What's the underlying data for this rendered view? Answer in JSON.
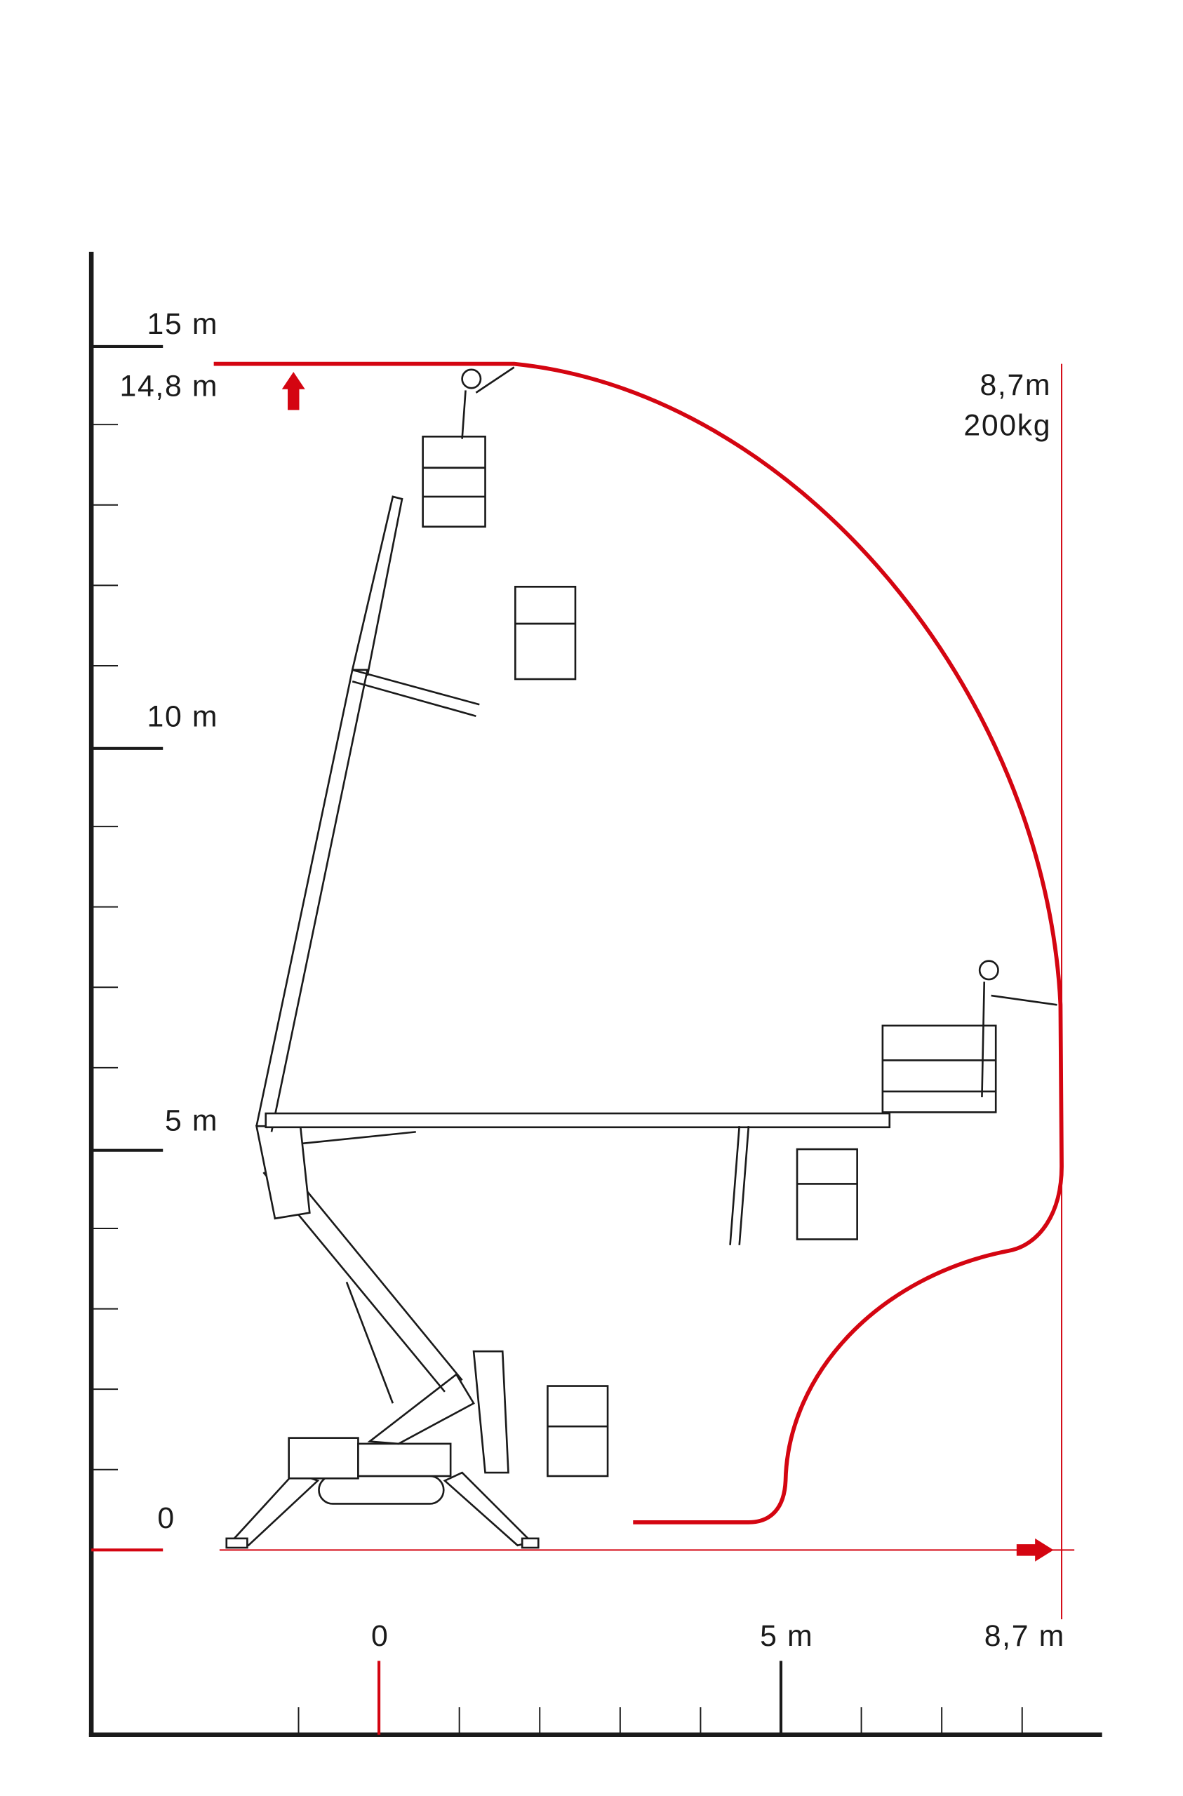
{
  "title": "Working range diagram",
  "colors": {
    "accent": "#d40511",
    "ink": "#1a1a1a"
  },
  "vertical_axis": {
    "labels": {
      "h15": "15 m",
      "h14_8": "14,8 m",
      "h10": "10 m",
      "h5": "5 m",
      "h0": "0"
    },
    "max_height_m": 14.8
  },
  "horizontal_axis": {
    "labels": {
      "o0": "0",
      "o5": "5 m",
      "o8_7": "8,7 m"
    },
    "max_outreach_m": 8.7
  },
  "outreach_annotation": {
    "reach": "8,7m",
    "load": "200kg"
  },
  "icons": [
    "up-arrow-icon",
    "right-arrow-icon"
  ]
}
